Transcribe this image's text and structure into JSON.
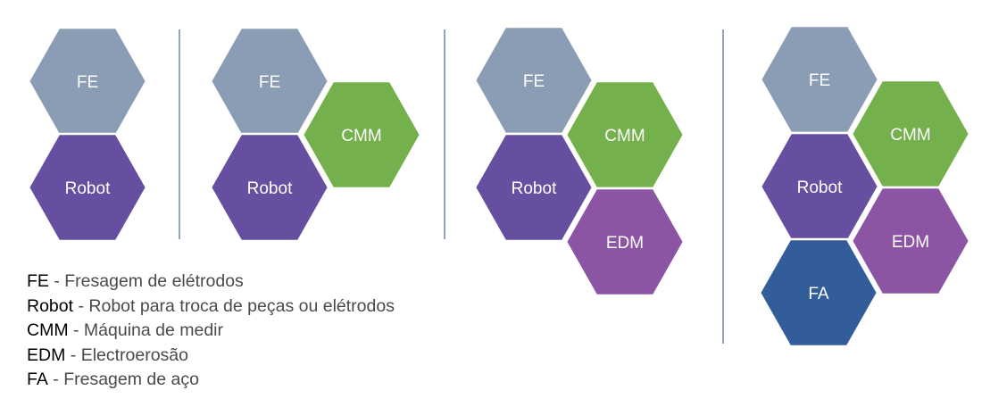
{
  "palette": {
    "FE": "#8a9db5",
    "Robot": "#664ea0",
    "CMM": "#74b04b",
    "EDM": "#8b55a4",
    "FA": "#335c9b",
    "divider": "#5a73a0"
  },
  "configurations": [
    {
      "hexagons": [
        "FE",
        "Robot"
      ]
    },
    {
      "hexagons": [
        "FE",
        "CMM",
        "Robot"
      ]
    },
    {
      "hexagons": [
        "FE",
        "CMM",
        "Robot",
        "EDM"
      ]
    },
    {
      "hexagons": [
        "FE",
        "CMM",
        "Robot",
        "EDM",
        "FA"
      ]
    }
  ],
  "legend": [
    {
      "term": "FE",
      "separator": " - ",
      "description": "Fresagem de elétrodos"
    },
    {
      "term": "Robot",
      "separator": " - ",
      "description": "Robot para troca de peças ou elétrodos"
    },
    {
      "term": "CMM",
      "separator": " - ",
      "description": "Máquina de medir"
    },
    {
      "term": "EDM",
      "separator": " - ",
      "description": "Electroerosão"
    },
    {
      "term": "FA",
      "separator": " - ",
      "description": "Fresagem de aço"
    }
  ]
}
